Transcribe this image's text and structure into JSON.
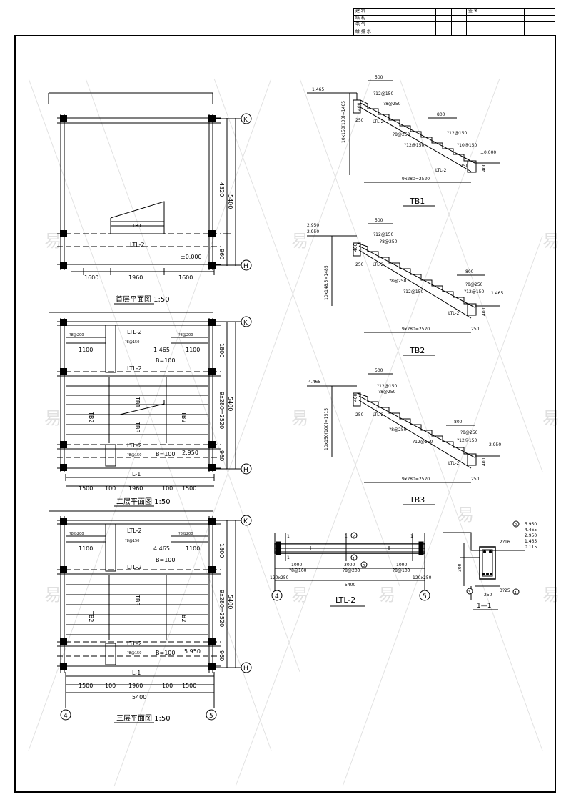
{
  "title_block": {
    "rows": [
      {
        "discipline": "建 筑",
        "mark": "",
        "col3": "",
        "col4": "签 名",
        "col5": "",
        "col6": ""
      },
      {
        "discipline": "结 构",
        "mark": "",
        "col3": "",
        "col4": "",
        "col5": "",
        "col6": ""
      },
      {
        "discipline": "电 气",
        "mark": "",
        "col3": "",
        "col4": "",
        "col5": "",
        "col6": ""
      },
      {
        "discipline": "给 排 水",
        "mark": "",
        "col3": "",
        "col4": "",
        "col5": "",
        "col6": ""
      }
    ]
  },
  "plans": {
    "first": {
      "caption": "首层平面图 1:50",
      "beam": "LTL-2",
      "stair": "TB1",
      "elev": "±0.000",
      "dims_bottom": [
        "1600",
        "1960",
        "1600"
      ],
      "dims_right": [
        "4320",
        "960"
      ],
      "dim_total": "5400"
    },
    "second": {
      "caption": "二层平面图 1:50",
      "beam_top": "LTL-2",
      "beam_mid": "LTL-2",
      "beam_low": "LTL-2",
      "slab_tag": "?8@200",
      "slab_inner": "?8@150",
      "slab_tag2": "?8@200",
      "slab_inner2": "?8@150",
      "len_left": "1100",
      "len_right": "1100",
      "elev_mid": "1.465",
      "bnote_mid": "B=100",
      "elev_low": "2.950",
      "bnote_low": "B=100",
      "stair_a": "TB2",
      "stair_b": "TB1",
      "stair_c": "TB3",
      "stair_d": "TB2",
      "beam_bottom": "L-1",
      "dims_bottom": [
        "1500",
        "100",
        "1960",
        "100",
        "1500"
      ],
      "dims_right": [
        "1800",
        "9x280=2520",
        "960"
      ],
      "dim_total": "5400"
    },
    "third": {
      "caption": "三层平面图 1:50",
      "beam_top": "LTL-2",
      "beam_mid": "LTL-2",
      "beam_low": "LTL-2",
      "slab_tag": "?8@200",
      "slab_inner": "?8@150",
      "slab_tag2": "?8@200",
      "slab_inner2": "?8@150",
      "len_left": "1100",
      "len_right": "1100",
      "elev_mid": "4.465",
      "bnote_mid": "B=100",
      "elev_low": "5.950",
      "bnote_low": "B=100",
      "stair_a": "TB2",
      "stair_b": "TB3",
      "stair_c": "TB2",
      "beam_bottom": "L-1",
      "dims_bottom": [
        "1500",
        "100",
        "1960",
        "100",
        "1500"
      ],
      "dim_total": "5400",
      "dims_right": [
        "1800",
        "9x280=2520",
        "960"
      ]
    }
  },
  "axes": {
    "k": "K",
    "h": "H",
    "four": "4",
    "five": "5"
  },
  "sections": {
    "tb1": {
      "caption": "TB1",
      "top_elev": "1.465",
      "bottom_elev": "±0.000",
      "top_dim": "500",
      "mid_dim": "800",
      "height_dim": "10x150(100)=1465",
      "base_dim": "9x280=2520",
      "beam": "LTL-2",
      "beam2": "LTL-2",
      "rebars": [
        "?12@150",
        "?8@250",
        "?8@250",
        "?12@150",
        "?12@150",
        "?10@150"
      ],
      "side_dims": [
        "400",
        "250",
        "250",
        "400"
      ]
    },
    "tb2": {
      "caption": "TB2",
      "top_elev": "2.950",
      "top_elev2": "2.950",
      "bottom_elev": "1.465",
      "top_dim": "500",
      "mid_dim": "800",
      "height_dim": "10x148.5=1485",
      "base_dim": "9x280=2520",
      "beam": "LTL-2",
      "beam2": "LTL-2",
      "rebars": [
        "?12@150",
        "?8@250",
        "?8@250",
        "?12@150",
        "?12@150",
        "?8@250"
      ],
      "side_dims": [
        "400",
        "250",
        "400",
        "250"
      ]
    },
    "tb3": {
      "caption": "TB3",
      "top_elev": "4.465",
      "bottom_elev": "2.950",
      "top_dim": "500",
      "mid_dim": "800",
      "height_dim": "10x150(100)=1515",
      "base_dim": "9x280=2520",
      "beam": "LTL-2",
      "beam2": "LTL-2",
      "rebars": [
        "?12@150",
        "?8@250",
        "?8@250",
        "?12@150",
        "?12@150",
        "?8@250"
      ],
      "side_dims": [
        "400",
        "250",
        "400",
        "250"
      ]
    },
    "ltl2": {
      "caption": "LTL-2",
      "span": "5400",
      "seg_dims": [
        "1000",
        "3000",
        "1000"
      ],
      "labels": [
        "?8@100",
        "?8@200",
        "?8@100"
      ],
      "end_marks": [
        "1",
        "1",
        "1",
        "1"
      ],
      "end_size_left": "120x250",
      "end_size_right": "120x250",
      "circle_marks": [
        "2",
        "1",
        "3"
      ]
    },
    "section11": {
      "caption": "1—1",
      "elevs": [
        "5.950",
        "4.465",
        "2.950",
        "1.465",
        "0.115"
      ],
      "top_bar": "2?16",
      "bottom_bar": "3?25",
      "width": "250",
      "height": "300",
      "marks": [
        "2",
        "3",
        "1"
      ]
    }
  },
  "watermark": "易",
  "colors": {
    "line": "#000000",
    "watermark": "#c8c8c8"
  }
}
